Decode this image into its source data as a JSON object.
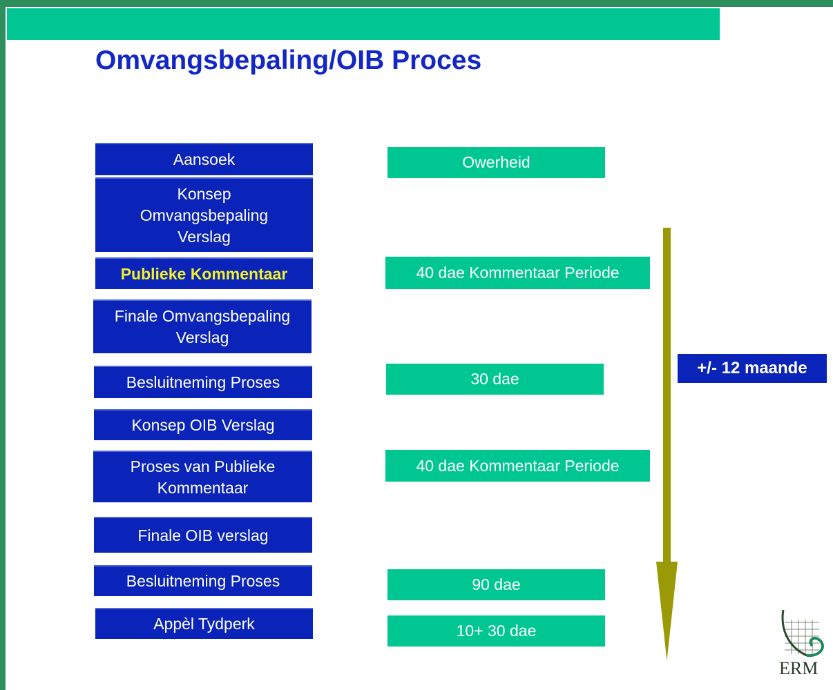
{
  "title": "Omvangsbepaling/OIB Proces",
  "steps": [
    {
      "label": "Aansoek"
    },
    {
      "label": "Konsep\nOmvangsbepaling\nVerslag"
    },
    {
      "label": "Publieke Kommentaar"
    },
    {
      "label": "Finale Omvangsbepaling\nVerslag"
    },
    {
      "label": "Besluitneming Proses"
    },
    {
      "label": "Konsep OIB Verslag"
    },
    {
      "label": "Proses van Publieke\nKommentaar"
    },
    {
      "label": "Finale OIB verslag"
    },
    {
      "label": "Besluitneming Proses"
    },
    {
      "label": "Appèl  Tydperk"
    }
  ],
  "notes": [
    {
      "label": "Owerheid"
    },
    {
      "label": "40 dae Kommentaar Periode"
    },
    {
      "label": "30 dae"
    },
    {
      "label": "40 dae Kommentaar Periode"
    },
    {
      "label": "90 dae"
    },
    {
      "label": "10+ 30 dae"
    }
  ],
  "duration": "+/- 12 maande",
  "logo_text": "ERM",
  "colors": {
    "step_box": "#0a23b8",
    "note_box": "#00c792",
    "highlight_text": "#f3f225",
    "title": "#1327c4",
    "arrow": "#9a9a07"
  }
}
